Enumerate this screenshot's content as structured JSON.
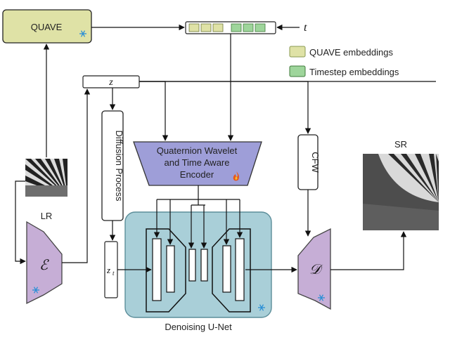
{
  "quave": {
    "label": "QUAVE"
  },
  "embedding_input": {
    "t_label": "t"
  },
  "legend": {
    "quave_label": "QUAVE embeddings",
    "quave_color": "#dfe2a6",
    "timestep_label": "Timestep embeddings",
    "timestep_color": "#9ed59b"
  },
  "latent": {
    "z_label": "z",
    "zt_label": "z",
    "zt_sub": "t"
  },
  "diffusion": {
    "label": "Diffusion Process"
  },
  "encoder": {
    "line1": "Quaternion Wavelet",
    "line2": "and Time Aware",
    "line3": "Encoder",
    "color": "#9e9ed8"
  },
  "cfw": {
    "label": "CFW"
  },
  "lr": {
    "label": "LR"
  },
  "sr": {
    "label": "SR"
  },
  "vae_encoder": {
    "symbol": "ℰ",
    "color": "#c6aed6"
  },
  "vae_decoder": {
    "symbol": "𝒟",
    "color": "#c6aed6"
  },
  "unet": {
    "label": "Denoising U-Net",
    "color": "#a9cfd8"
  },
  "icons": {
    "frozen": "snowflake-icon",
    "trainable": "fire-icon"
  }
}
